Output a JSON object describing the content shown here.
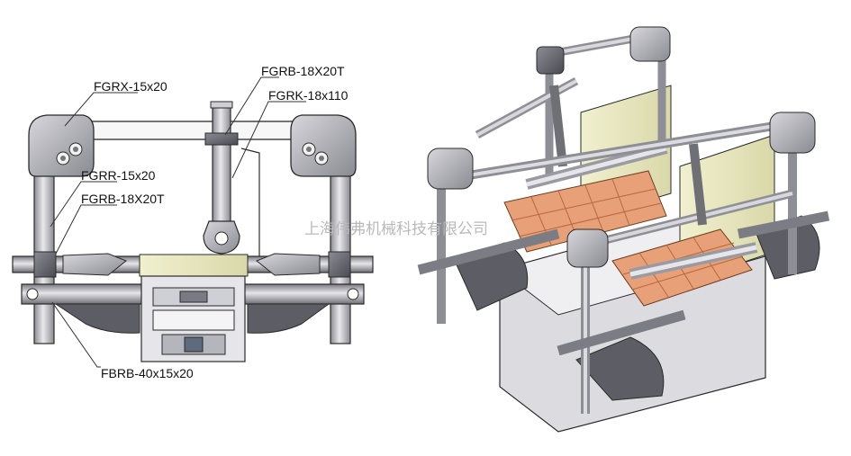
{
  "diagram": {
    "labels": {
      "fgrx": "FGRX-15x20",
      "fgrb_top": "FGRB-18X20T",
      "fgrk": "FGRK-18x110",
      "fgrr": "FGRR-15x20",
      "fgrb_side": "FGRB-18X20T",
      "fbrb": "FBRB-40x15x20"
    },
    "watermark": "上海伟弗机械科技有限公司"
  },
  "colors": {
    "metal_light": "#e6e6e8",
    "metal_mid": "#b9b9be",
    "metal_dark": "#6f6f76",
    "outline": "#2b2b2b",
    "pad_beige": "#ecebc4",
    "tile_orange": "#e7a077",
    "bracket_dark": "#5d5d66"
  }
}
